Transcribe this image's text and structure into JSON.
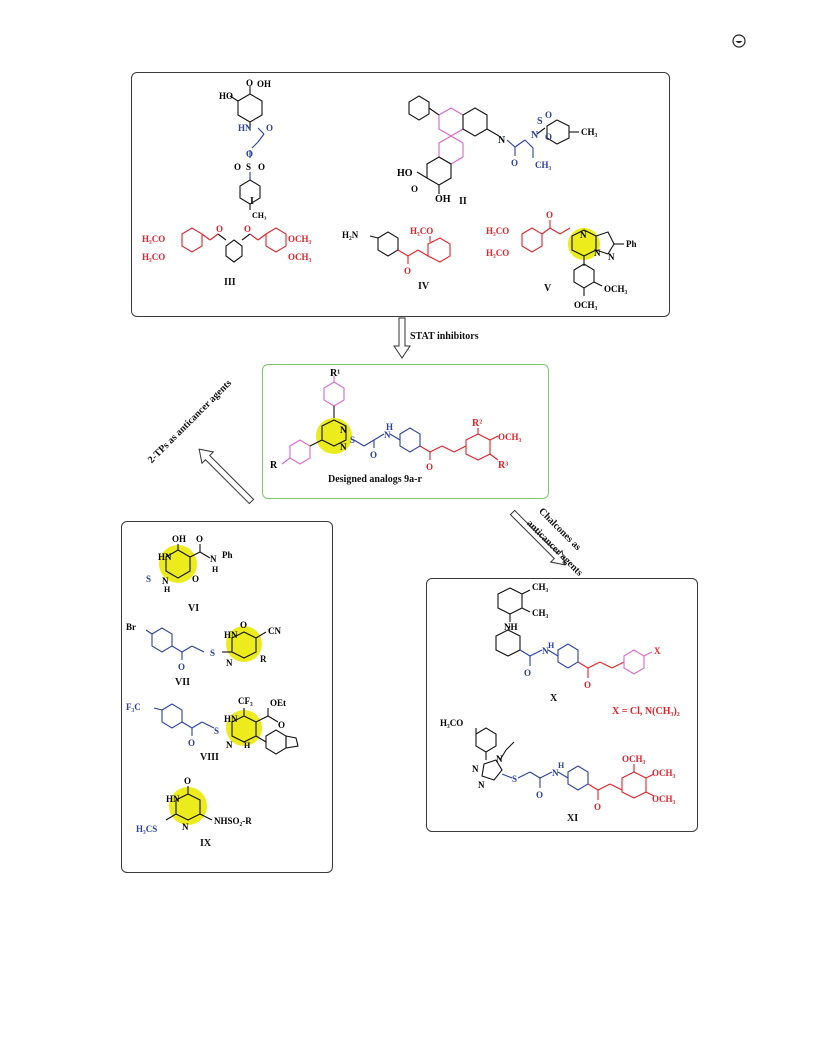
{
  "top_panel": {
    "compounds": [
      {
        "id": "I",
        "atoms": {
          "oh": "OH",
          "o_carb": "O",
          "ho": "HO",
          "hn": "HN",
          "o_amide": "O",
          "o_ether": "O",
          "s": "S",
          "o_s1": "O",
          "o_s2": "O",
          "me": "CH₃"
        }
      },
      {
        "id": "II",
        "atoms": {
          "n": "N",
          "n_me": "N",
          "s": "S",
          "o_s1": "O",
          "o_s2": "O",
          "o_c": "O",
          "me": "CH₃",
          "ch3": "CH₃",
          "ho": "HO",
          "oh": "OH",
          "o_acid": "O"
        }
      },
      {
        "id": "III",
        "atoms": {
          "left_top": "H₃CO",
          "left_bot": "H₃CO",
          "right_top": "OCH₃",
          "right_bot": "OCH₃",
          "o1": "O",
          "o2": "O"
        }
      },
      {
        "id": "IV",
        "atoms": {
          "amine": "H₂N",
          "methoxy": "H₃CO",
          "o": "O"
        }
      },
      {
        "id": "V",
        "atoms": {
          "left_top": "H₃CO",
          "left_bot": "H₃CO",
          "o": "O",
          "n1": "N",
          "n2": "N",
          "n3": "N",
          "ph": "Ph",
          "right": "OCH₃",
          "bottom": "OCH₃"
        }
      }
    ]
  },
  "arrows": {
    "stat": "STAT inhibitors",
    "tps": "2-TPs as anticancer agents",
    "chalcones_line1": "Chalcones as",
    "chalcones_line2": "anticancer agents"
  },
  "center_panel": {
    "caption": "Designed analogs  9a-r",
    "atoms": {
      "r1": "R¹",
      "r": "R",
      "r2": "R²",
      "r3": "R³",
      "och3": "OCH₃",
      "n1": "N",
      "n2": "N",
      "s": "S",
      "h": "H",
      "n_amide": "N",
      "o_amide": "O",
      "o_ketone": "O"
    }
  },
  "left_panel": {
    "compounds": [
      {
        "id": "VI",
        "atoms": {
          "oh": "OH",
          "hn": "HN",
          "n": "N",
          "h": "H",
          "s": "S",
          "o": "O",
          "o_amide": "O",
          "nh": "N",
          "h2": "H",
          "ph": "Ph"
        }
      },
      {
        "id": "VII",
        "atoms": {
          "br": "Br",
          "hn": "HN",
          "n": "N",
          "s": "S",
          "o": "O",
          "o_ring": "O",
          "cn": "CN",
          "r": "R"
        }
      },
      {
        "id": "VIII",
        "atoms": {
          "f3c": "F₃C",
          "cf3": "CF₃",
          "oet": "OEt",
          "hn": "HN",
          "n": "N",
          "h": "H",
          "s": "S",
          "o": "O",
          "o_ester": "O"
        }
      },
      {
        "id": "IX",
        "atoms": {
          "o": "O",
          "hn": "HN",
          "n": "N",
          "h3cs": "H₃CS",
          "nhso2r": "NHSO₂-R"
        }
      }
    ]
  },
  "right_panel": {
    "compounds": [
      {
        "id": "X",
        "atoms": {
          "ch3a": "CH₃",
          "ch3b": "CH₃",
          "nh": "NH",
          "n": "N",
          "h": "H",
          "o": "O",
          "o_k": "O",
          "x": "X"
        },
        "substituent": "X = Cl, N(CH₃)₂"
      },
      {
        "id": "XI",
        "atoms": {
          "h3co": "H₃CO",
          "n4": "N",
          "n1": "N",
          "n2": "N",
          "s": "S",
          "n": "N",
          "h": "H",
          "o": "O",
          "o_k": "O",
          "och3a": "OCH₃",
          "och3b": "OCH₃",
          "och3c": "OCH₃"
        }
      }
    ]
  },
  "colors": {
    "red": "#e8202a",
    "blue": "#2b3fa5",
    "magenta": "#e066c8",
    "yellow": "#ecec1c",
    "green_frame": "#7cc76a"
  }
}
